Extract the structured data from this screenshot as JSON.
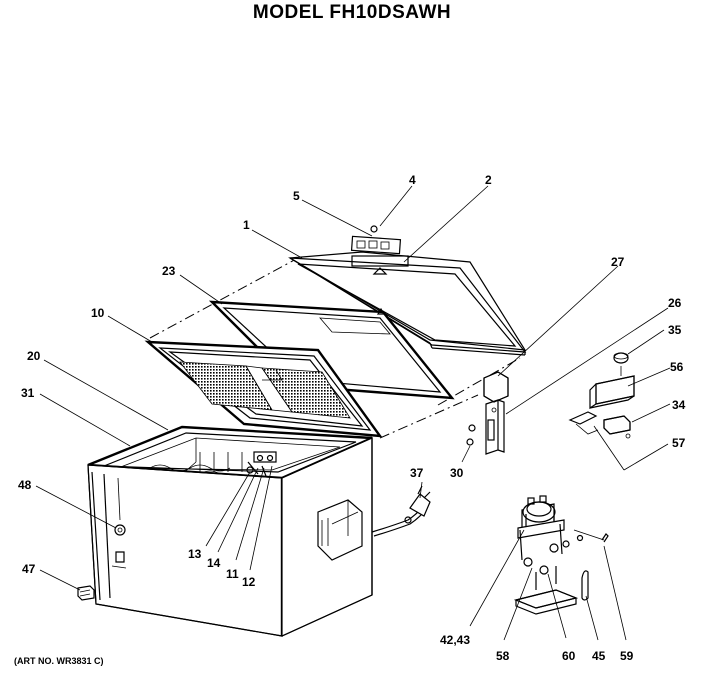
{
  "title": "MODEL FH10DSAWH",
  "art_number": "(ART NO. WR3831 C)",
  "callouts": [
    "1",
    "2",
    "4",
    "5",
    "10",
    "11",
    "12",
    "13",
    "14",
    "20",
    "23",
    "26",
    "27",
    "30",
    "31",
    "34",
    "35",
    "37",
    "42,43",
    "45",
    "47",
    "48",
    "56",
    "57",
    "58",
    "59",
    "60"
  ]
}
